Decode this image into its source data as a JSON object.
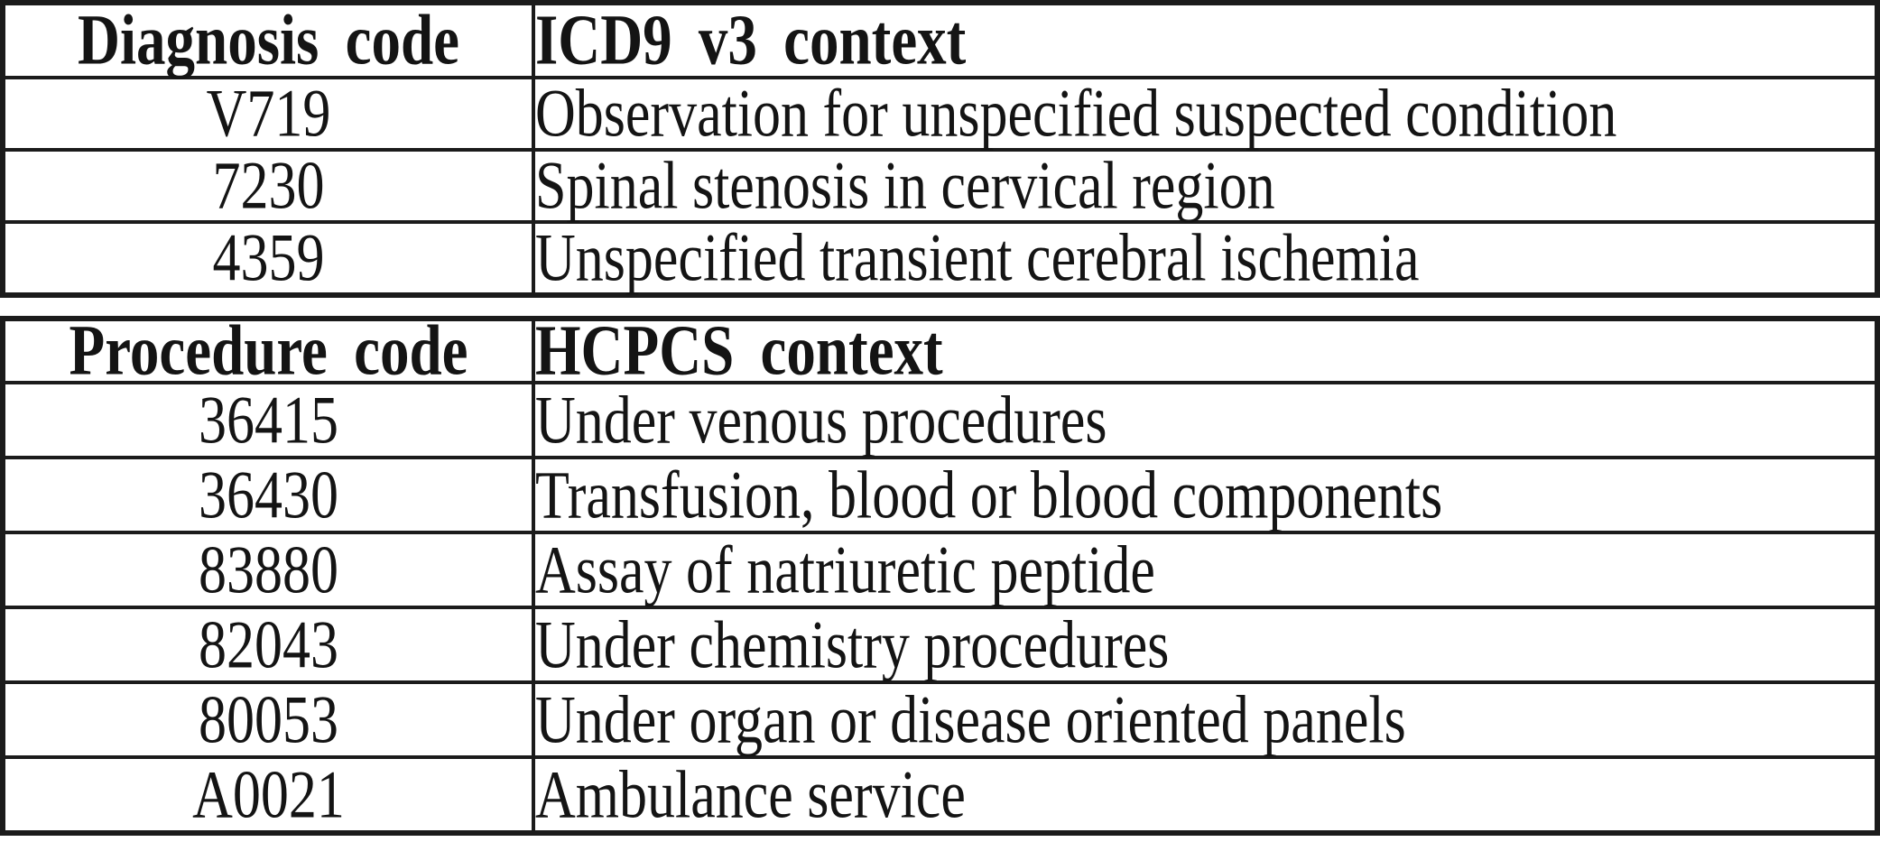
{
  "tables": [
    {
      "id": "diagnosis",
      "headers": {
        "code": "Diagnosis code",
        "context": "ICD9 v3 context"
      },
      "rows": [
        {
          "code": "V719",
          "context": "Observation for unspecified suspected condition"
        },
        {
          "code": "7230",
          "context": "Spinal stenosis in cervical region"
        },
        {
          "code": "4359",
          "context": "Unspecified transient cerebral ischemia"
        }
      ]
    },
    {
      "id": "procedure",
      "headers": {
        "code": "Procedure code",
        "context": "HCPCS context"
      },
      "rows": [
        {
          "code": "36415",
          "context": "Under venous procedures"
        },
        {
          "code": "36430",
          "context": "Transfusion, blood or blood components"
        },
        {
          "code": "83880",
          "context": "Assay of natriuretic peptide"
        },
        {
          "code": "82043",
          "context": "Under chemistry procedures"
        },
        {
          "code": "80053",
          "context": "Under organ or disease oriented panels"
        },
        {
          "code": "A0021",
          "context": "Ambulance service"
        }
      ]
    }
  ],
  "colors": {
    "border": "#1b1b1b",
    "text": "#141414",
    "background": "#ffffff"
  }
}
